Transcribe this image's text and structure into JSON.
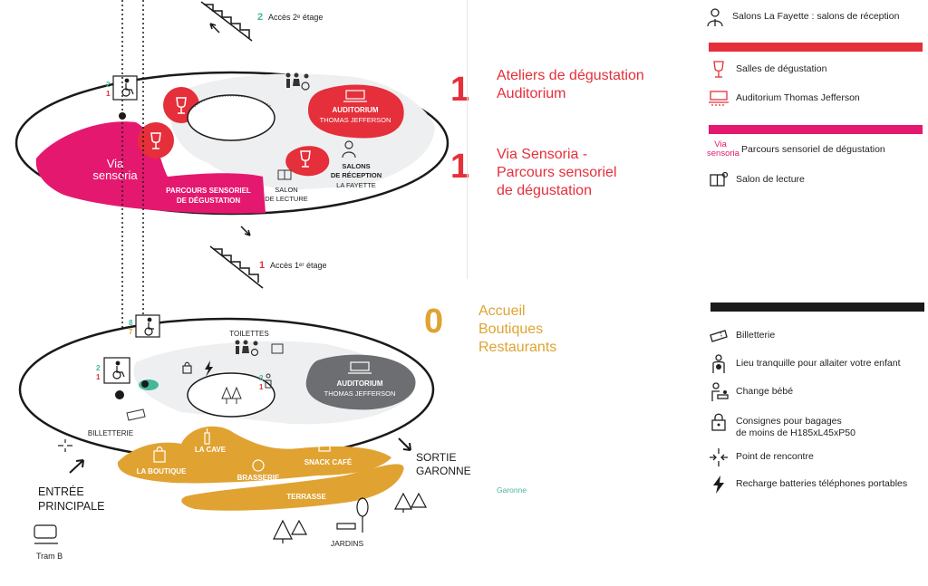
{
  "floor1": {
    "access_number": "2",
    "access_label": "Accès 2ᵉ étage",
    "lift_up": "2",
    "lift_down": "1",
    "via_line1": "Via",
    "via_line2": "sensoria",
    "parcours_line1": "PARCOURS SENSORIEL",
    "parcours_line2": "DE DÉGUSTATION",
    "auditorium_line1": "AUDITORIUM",
    "auditorium_line2": "THOMAS JEFFERSON",
    "salon_lecture_line1": "SALON",
    "salon_lecture_line2": "DE LECTURE",
    "salons_reception_line1": "SALONS",
    "salons_reception_line2": "DE RÉCEPTION",
    "salons_reception_line3": "LA FAYETTE"
  },
  "floor0": {
    "access_number": "1",
    "access_label": "Accès 1ᵉʳ étage",
    "lift_top_up": "8",
    "lift_top_down": "7",
    "lift_up": "2",
    "lift_down": "1",
    "toilettes": "TOILETTES",
    "auditorium_line1": "AUDITORIUM",
    "auditorium_line2": "THOMAS JEFFERSON",
    "billetterie": "BILLETTERIE",
    "la_cave": "LA CAVE",
    "la_boutique": "LA BOUTIQUE",
    "brasserie": "BRASSERIE",
    "snack_cafe": "SNACK CAFÉ",
    "terrasse": "TERRASSE",
    "sortie_line1": "SORTIE",
    "sortie_line2": "GARONNE",
    "entree_line1": "ENTRÉE",
    "entree_line2": "PRINCIPALE",
    "jardins": "JARDINS",
    "tram": "Tram B",
    "garonne": "Garonne",
    "stair_up": "2",
    "stair_down": "1"
  },
  "floor_labels": {
    "f1_number_a": "1",
    "f1_text_a_line1": "Ateliers de dégustation",
    "f1_text_a_line2": "Auditorium",
    "f1_number_b": "1",
    "f1_text_b_line1": "Via Sensoria -",
    "f1_text_b_line2": "Parcours sensoriel",
    "f1_text_b_line3": "de dégustation",
    "f0_number": "0",
    "f0_text_line1": "Accueil",
    "f0_text_line2": "Boutiques",
    "f0_text_line3": "Restaurants"
  },
  "legend_top": [
    {
      "icon": "waiter-icon",
      "label": "Salons La Fayette : salons de réception"
    },
    {
      "icon": "wine-glass-icon",
      "label": "Salles de dégustation"
    },
    {
      "icon": "auditorium-icon",
      "label": "Auditorium Thomas Jefferson"
    },
    {
      "icon": "via-sensoria-logo",
      "logo_line1": "Via",
      "logo_line2": "sensoria",
      "label": "Parcours sensoriel de dégustation"
    },
    {
      "icon": "reading-icon",
      "label": "Salon de lecture"
    }
  ],
  "legend_bottom": [
    {
      "icon": "ticket-icon",
      "label": "Billetterie"
    },
    {
      "icon": "nursing-icon",
      "label": "Lieu tranquille pour allaiter votre enfant"
    },
    {
      "icon": "baby-change-icon",
      "label": "Change bébé"
    },
    {
      "icon": "locker-icon",
      "label": "Consignes pour bagages\nde moins de H185xL45xP50"
    },
    {
      "icon": "meeting-point-icon",
      "label": "Point de rencontre"
    },
    {
      "icon": "lightning-icon",
      "label": "Recharge batteries téléphones portables"
    }
  ],
  "colors": {
    "red": "#e52f3a",
    "pink": "#e5186f",
    "orange": "#e0a332",
    "grey": "#6d6e71",
    "teal": "#44b79b",
    "black": "#1a1a1a"
  }
}
